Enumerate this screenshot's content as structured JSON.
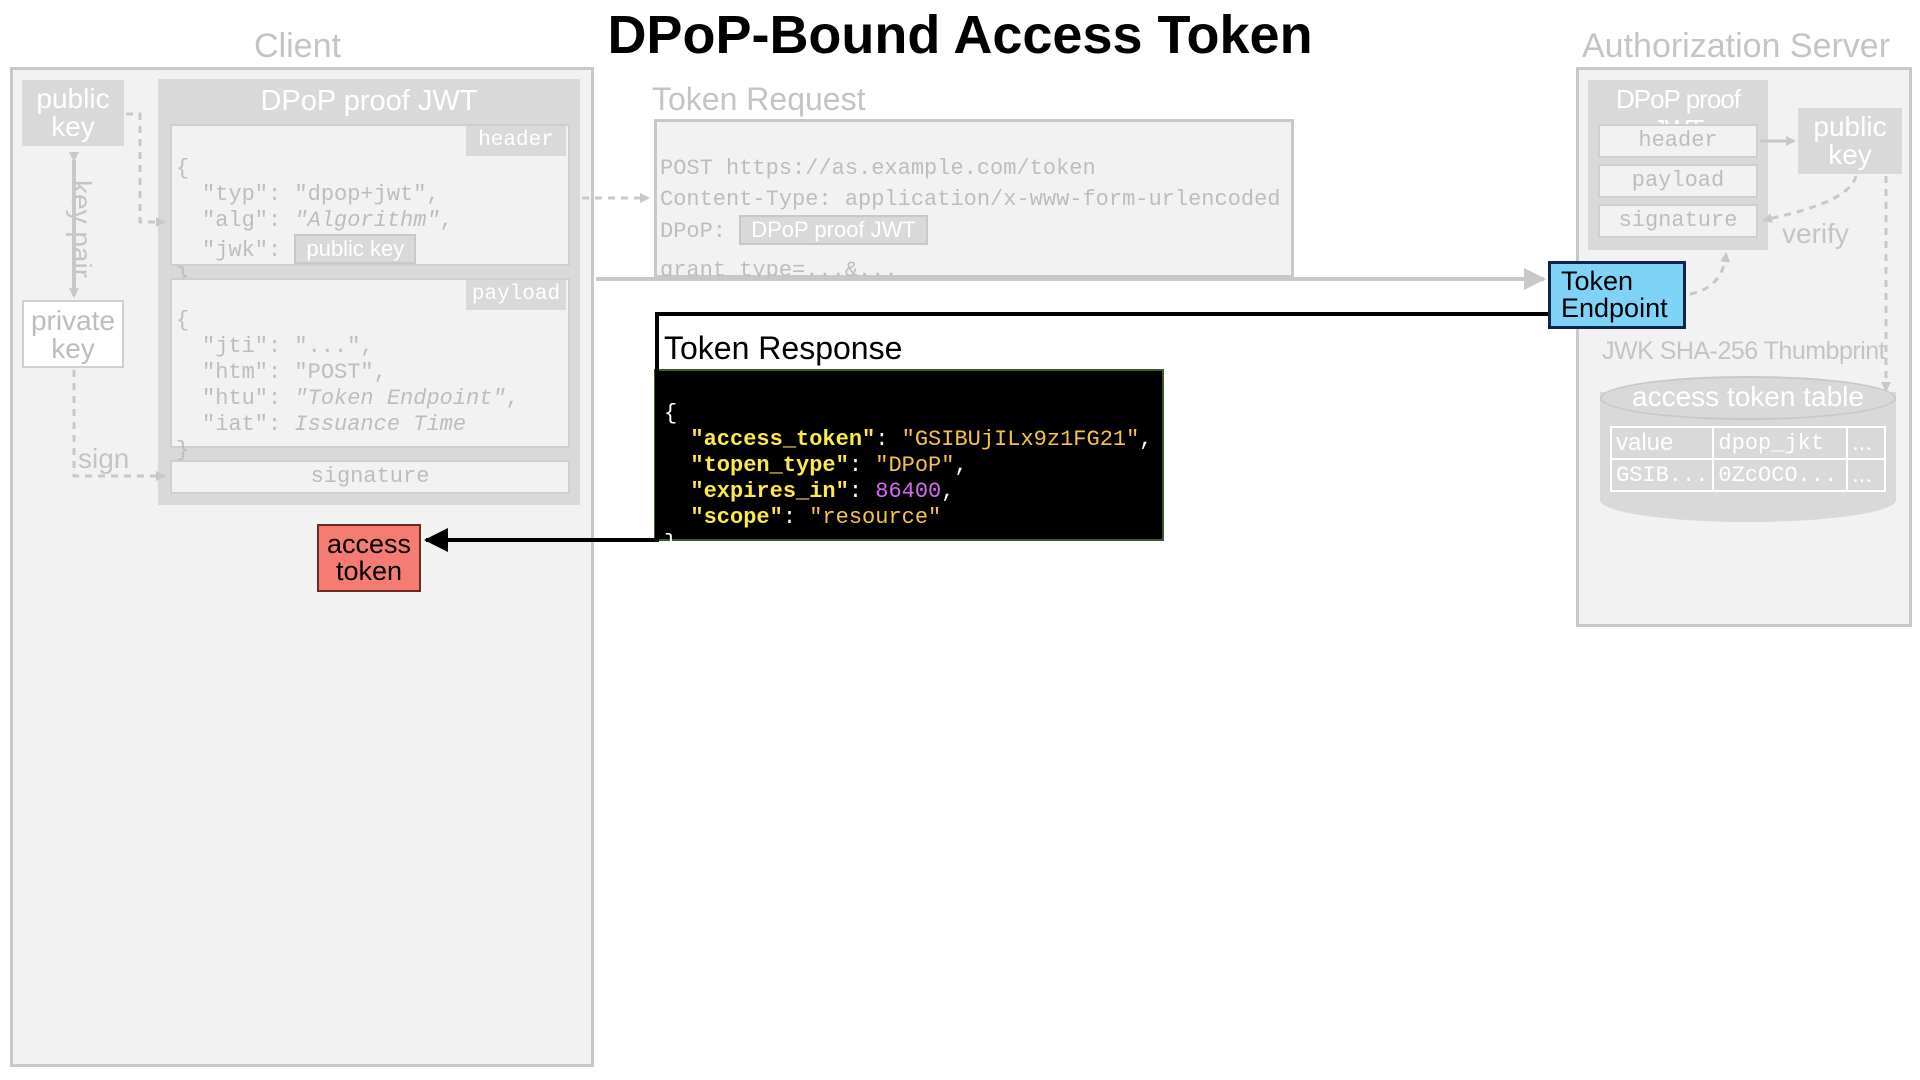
{
  "title": "DPoP-Bound Access Token",
  "client": {
    "label": "Client",
    "public_key": "public key",
    "private_key": "private key",
    "key_pair": "key pair",
    "sign": "sign",
    "proof_title": "DPoP proof JWT",
    "header_tag": "header",
    "payload_tag": "payload",
    "signature": "signature",
    "header_lines": {
      "open": "{",
      "typ": "\"typ\": \"dpop+jwt\",",
      "alg_key": "\"alg\": ",
      "alg_val": "\"Algorithm\"",
      "alg_end": ",",
      "jwk_key": "\"jwk\": ",
      "jwk_chip": "public key",
      "close": "}"
    },
    "payload_lines": {
      "open": "{",
      "jti": "\"jti\": \"...\",",
      "htm": "\"htm\": \"POST\",",
      "htu_key": "\"htu\": ",
      "htu_val": "\"Token Endpoint\"",
      "htu_end": ",",
      "iat_key": "\"iat\": ",
      "iat_val": "Issuance Time",
      "close": "}"
    },
    "access_token": "access token"
  },
  "token_request": {
    "label": "Token Request",
    "line1": "POST https://as.example.com/token",
    "line2": "Content-Type: application/x-www-form-urlencoded",
    "line3_key": "DPoP: ",
    "line3_chip": "DPoP proof JWT",
    "line4": "grant_type=...&..."
  },
  "token_response": {
    "label": "Token Response",
    "json": {
      "open": "{",
      "access_token_key": "\"access_token\"",
      "access_token_val": "\"GSIBUjILx9z1FG21\"",
      "token_type_key": "\"topen_type\"",
      "token_type_val": "\"DPoP\"",
      "expires_in_key": "\"expires_in\"",
      "expires_in_val": "86400",
      "scope_key": "\"scope\"",
      "scope_val": "\"resource\"",
      "close": "}"
    }
  },
  "auth_server": {
    "label": "Authorization Server",
    "proof_title": "DPoP proof JWT",
    "header": "header",
    "payload": "payload",
    "signature": "signature",
    "public_key": "public key",
    "verify": "verify",
    "token_endpoint": "Token Endpoint",
    "thumbprint": "JWK SHA-256 Thumbprint",
    "table_title": "access token table",
    "table_headers": [
      "value",
      "dpop_jkt",
      "..."
    ],
    "table_row": [
      "GSIB...",
      "0ZcOCO...",
      "..."
    ]
  },
  "colors": {
    "token_endpoint": "#7fd3f7",
    "access_token": "#f47c72",
    "json_key": "#ffe84a",
    "json_string": "#f7c24a",
    "json_number": "#d46cf3"
  }
}
